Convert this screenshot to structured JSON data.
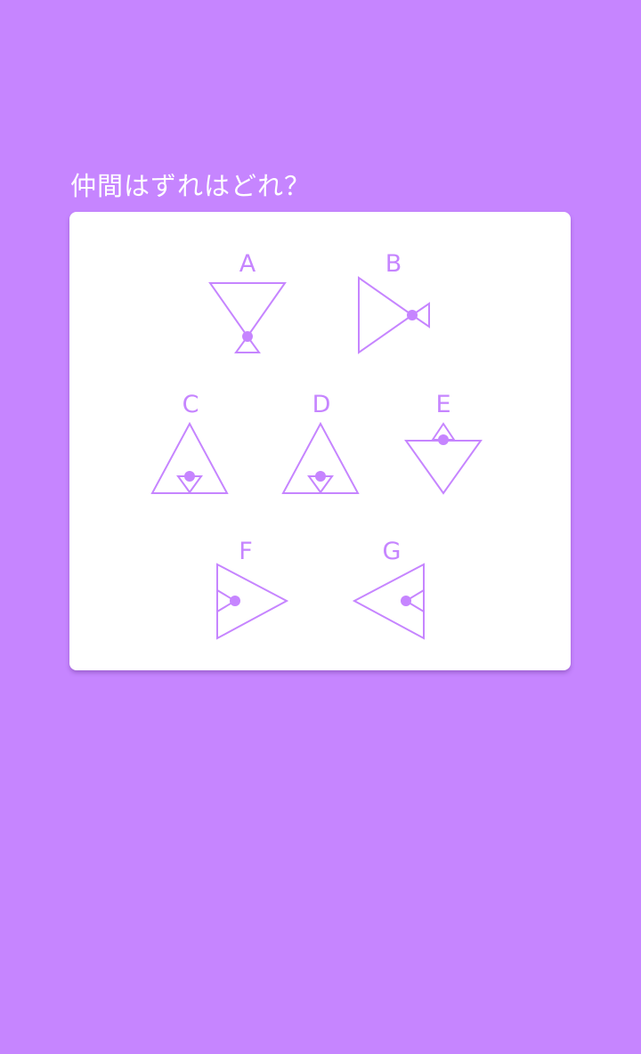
{
  "question": "仲間はずれはどれ？",
  "options": [
    {
      "letter": "A"
    },
    {
      "letter": "B"
    },
    {
      "letter": "C"
    },
    {
      "letter": "D"
    },
    {
      "letter": "E"
    },
    {
      "letter": "F"
    },
    {
      "letter": "G"
    }
  ],
  "colors": {
    "background": "#c685ff",
    "card": "#ffffff",
    "accent": "#c685ff"
  }
}
